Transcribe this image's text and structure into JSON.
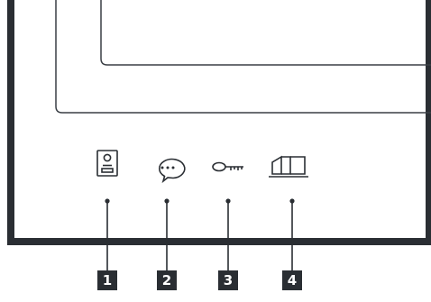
{
  "device": {
    "frame_color": "#2a2e33",
    "screen_line_color": "#3a3f45",
    "icons": [
      {
        "name": "intercom-card-icon",
        "callout": "1"
      },
      {
        "name": "message-bubble-icon",
        "callout": "2"
      },
      {
        "name": "key-icon",
        "callout": "3"
      },
      {
        "name": "book-icon",
        "callout": "4"
      }
    ]
  }
}
